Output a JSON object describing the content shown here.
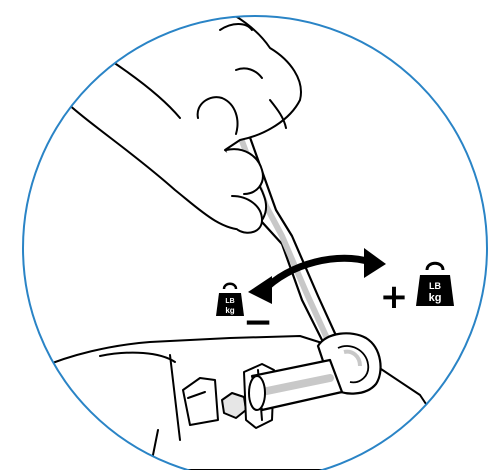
{
  "colors": {
    "frame": "#2a84c6",
    "ink": "#000000",
    "shade": "#c8c8c8",
    "light_shade": "#e6e6e6",
    "paper": "#ffffff"
  },
  "decrease": {
    "sign": "−",
    "weight": {
      "line1": "LB",
      "line2": "kg"
    }
  },
  "increase": {
    "sign": "+",
    "weight": {
      "line1": "LB",
      "line2": "kg"
    }
  },
  "icons": {
    "decrease_weight": "weight-icon",
    "increase_weight": "weight-icon",
    "rotation_arrow": "curved-double-arrow-icon"
  }
}
